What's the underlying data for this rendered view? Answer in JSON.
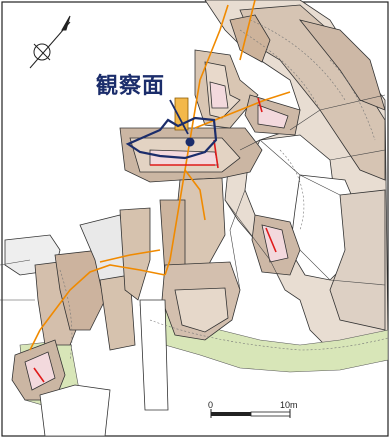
{
  "map": {
    "observation_label": "観察面",
    "scale": {
      "zero": "0",
      "end": "10m"
    }
  },
  "colors": {
    "outline": "#2a2a2a",
    "stone_fill": "#d9cbbd",
    "pink_fill": "#f3d9dd",
    "green_fill": "#d8e6b8",
    "orange_line": "#f08a00",
    "red_line": "#e01a1a",
    "marker_blue": "#1b2d6b"
  }
}
